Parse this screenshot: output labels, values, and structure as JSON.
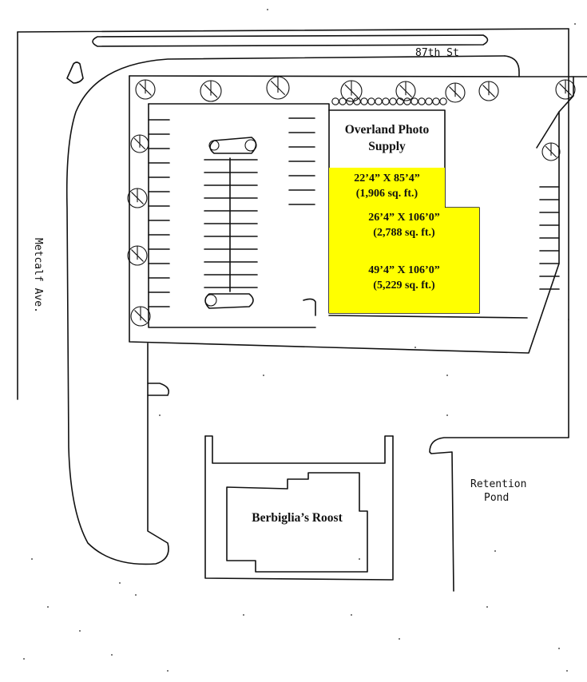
{
  "streets": {
    "north": "87th St",
    "west": "Metcalf Ave."
  },
  "features": {
    "pond_line1": "Retention",
    "pond_line2": "Pond"
  },
  "tenants": {
    "photo_line1": "Overland Photo",
    "photo_line2": "Supply",
    "restaurant": "Berbiglia’s Roost"
  },
  "units": [
    {
      "dimensions": "22’4” X 85’4”",
      "area": "(1,906 sq. ft.)",
      "fill": "#ffff00"
    },
    {
      "dimensions": "26’4” X 106’0”",
      "area": "(2,788 sq. ft.)",
      "fill": "#ffff00"
    },
    {
      "dimensions": "49’4” X 106’0”",
      "area": "(5,229 sq. ft.)",
      "fill": "#ffff00"
    }
  ],
  "colors": {
    "line": "#111111",
    "available_space": "#ffff00"
  }
}
